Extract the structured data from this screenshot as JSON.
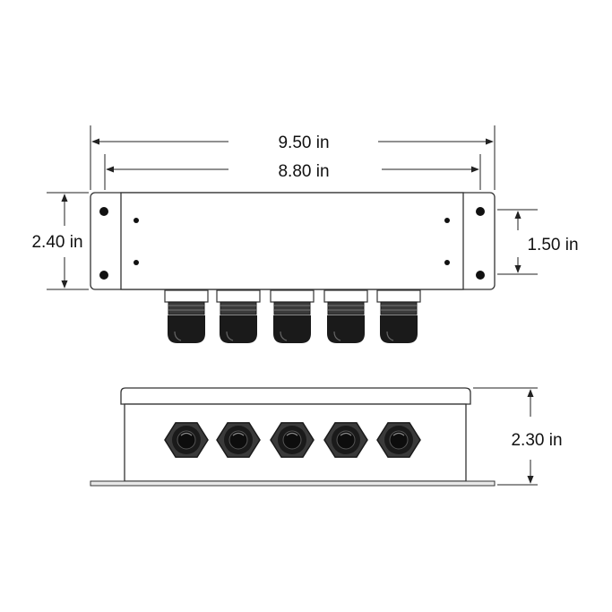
{
  "dimensions": {
    "overall_width": "9.50 in",
    "body_width": "8.80 in",
    "overall_height": "2.40 in",
    "hole_spacing": "1.50 in",
    "depth": "2.30 in"
  },
  "colors": {
    "line": "#333333",
    "gland_dark": "#1a1a1a",
    "gland_mid": "#3a3a3a",
    "flange_fill": "#e8e8e8"
  },
  "cable_gland_count": 5,
  "icons": {
    "gland_top": "cable-gland-icon",
    "gland_front": "hex-nut-icon"
  }
}
